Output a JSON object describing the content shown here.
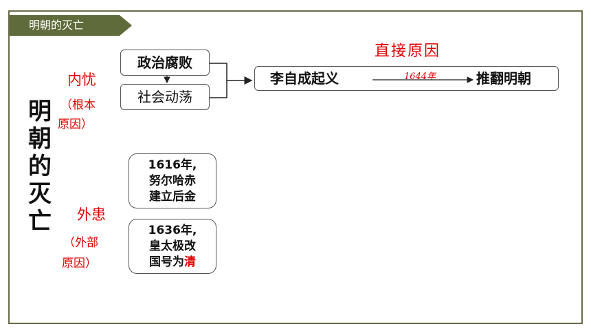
{
  "header": {
    "title": "明朝的灭亡"
  },
  "side_title": [
    "明",
    "朝",
    "的",
    "灭",
    "亡"
  ],
  "internal": {
    "label": "内忧",
    "paren_line1": "（根本",
    "paren_line2": "原因）",
    "boxes": [
      "政治腐败",
      "社会动荡"
    ]
  },
  "direct": {
    "label": "直接原因",
    "event": "李自成起义",
    "year": "1644年",
    "result": "推翻明朝"
  },
  "external": {
    "label": "外患",
    "paren_line1": "（外部",
    "paren_line2": "原因）",
    "box1": [
      "1616年,",
      "努尔哈赤",
      "建立后金"
    ],
    "box2_line1": "1636年,",
    "box2_line2": "皇太极改",
    "box2_line3_prefix": "国号为",
    "box2_line3_highlight": "清"
  },
  "colors": {
    "accent": "#e00000",
    "header_bg": "#5f6b3a",
    "border": "#6b6b4a"
  }
}
